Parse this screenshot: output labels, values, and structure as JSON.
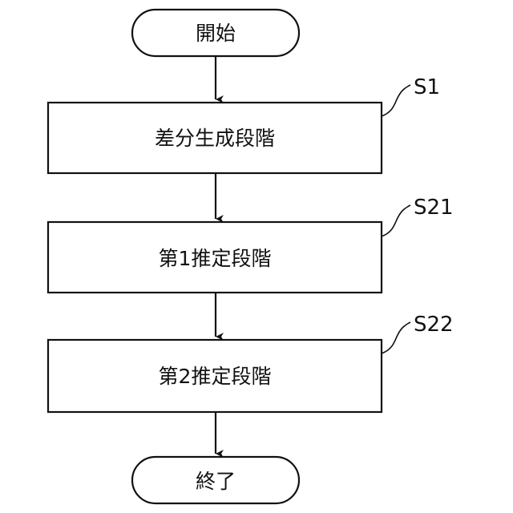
{
  "colors": {
    "stroke": "#111111",
    "fill": "#ffffff",
    "text": "#111111"
  },
  "flowchart": {
    "start": {
      "label": "開始",
      "shape": "terminal"
    },
    "step_s1": {
      "label": "差分生成段階",
      "ref": "S1",
      "shape": "process"
    },
    "step_s21": {
      "label": "第1推定段階",
      "ref": "S21",
      "shape": "process"
    },
    "step_s22": {
      "label": "第2推定段階",
      "ref": "S22",
      "shape": "process"
    },
    "end": {
      "label": "終了",
      "shape": "terminal"
    }
  }
}
